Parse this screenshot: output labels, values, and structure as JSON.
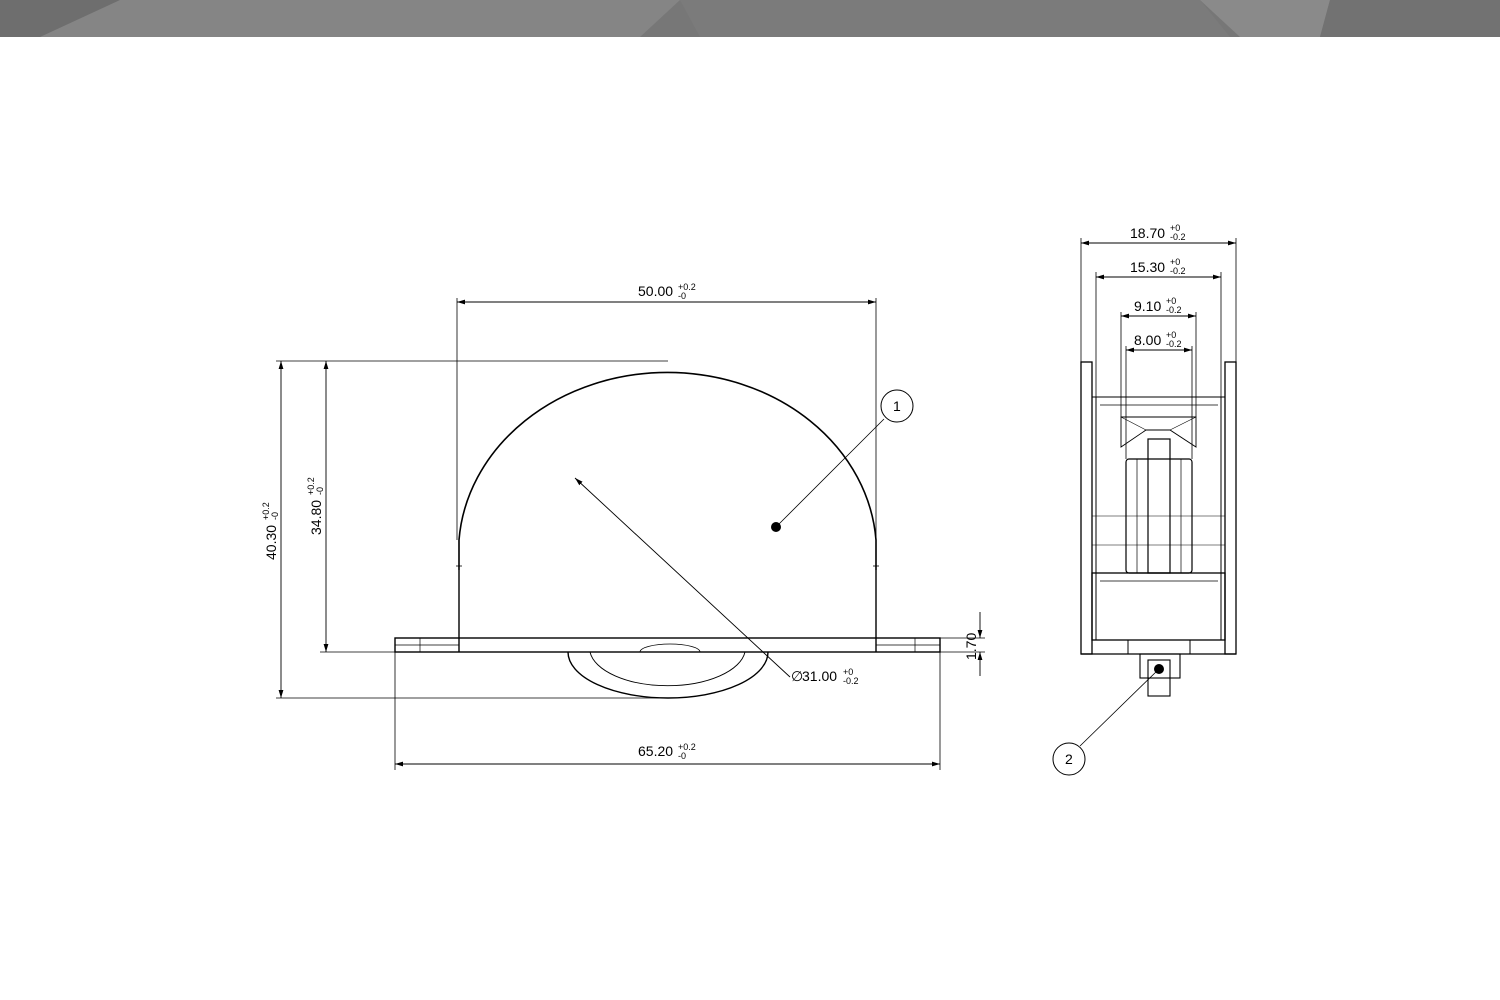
{
  "dimensions": {
    "top_width": {
      "value": "50.00",
      "upper": "+0.2",
      "lower": "-0"
    },
    "base_width": {
      "value": "65.20",
      "upper": "+0.2",
      "lower": "-0"
    },
    "overall_height": {
      "value": "40.30",
      "upper": "+0.2",
      "lower": "-0"
    },
    "body_height": {
      "value": "34.80",
      "upper": "+0.2",
      "lower": "-0"
    },
    "flange_thickness": {
      "value": "1.70"
    },
    "wheel_diameter": {
      "prefix": "∅",
      "value": "31.00",
      "upper": "+0",
      "lower": "-0.2"
    },
    "side_outer_width": {
      "value": "18.70",
      "upper": "+0",
      "lower": "-0.2"
    },
    "side_inner_width": {
      "value": "15.30",
      "upper": "+0",
      "lower": "-0.2"
    },
    "wheel_width": {
      "value": "9.10",
      "upper": "+0",
      "lower": "-0.2"
    },
    "groove_width": {
      "value": "8.00",
      "upper": "+0",
      "lower": "-0.2"
    }
  },
  "balloons": [
    {
      "label": "1"
    },
    {
      "label": "2"
    }
  ],
  "colors": {
    "header_bar": "#7a7a7a",
    "line": "#000000",
    "background": "#ffffff"
  }
}
